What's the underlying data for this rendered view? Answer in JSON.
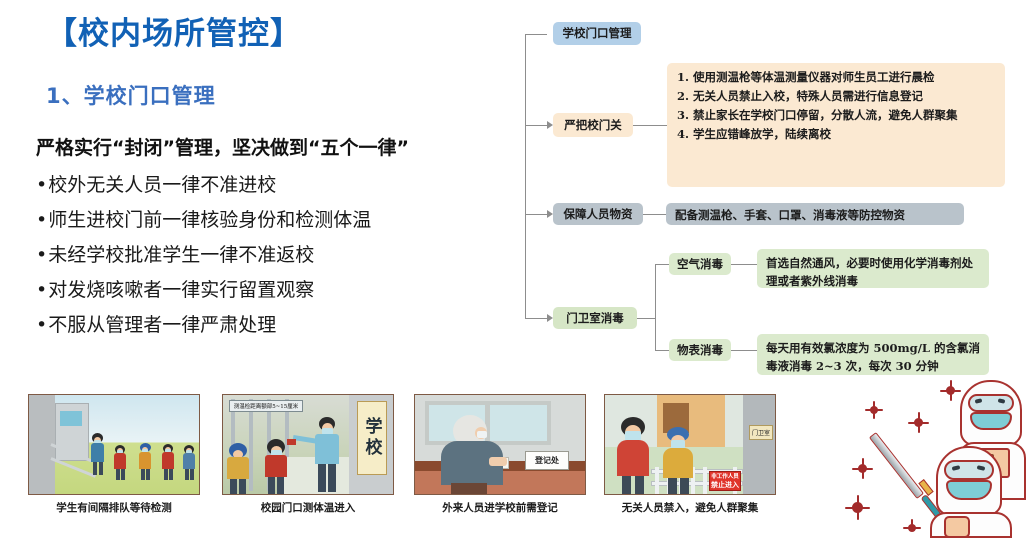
{
  "page": {
    "title": "【校内场所管控】",
    "subheading": "1、学校门口管理",
    "lead": "严格实行“封闭”管理，坚决做到“五个一律”",
    "bullets": [
      "校外无关人员一律不准进校",
      "师生进校门前一律核验身份和检测体温",
      "未经学校批准学生一律不准返校",
      "对发烧咳嗽者一律实行留置观察",
      "不服从管理者一律严肃处理"
    ],
    "bullet_marker": "•"
  },
  "colors": {
    "title_blue": "#1161b5",
    "subheading_blue": "#3a6fbf",
    "node_root": "#b2cfe8",
    "node_cream": "#fbe9d2",
    "node_gray": "#b9c3cb",
    "node_green": "#d6e6c6",
    "connector": "#8d8d8d",
    "photo_frame": "#7e5a45",
    "virus_red": "#a32b2b"
  },
  "flowchart": {
    "root": "学校门口管理",
    "branches": [
      {
        "label": "严把校门关",
        "style": "cream",
        "items": [
          "使用测温枪等体温测量仪器对师生员工进行晨检",
          "无关人员禁止入校，特殊人员需进行信息登记",
          "禁止家长在学校门口停留，分散人流，避免人群聚集",
          "学生应错峰放学，陆续离校"
        ]
      },
      {
        "label": "保障人员物资",
        "style": "gray",
        "detail": "配备测温枪、手套、口罩、消毒液等防控物资"
      },
      {
        "label": "门卫室消毒",
        "style": "green",
        "children": [
          {
            "label": "空气消毒",
            "detail": "首选自然通风，必要时使用化学消毒剂处理或者紫外线消毒"
          },
          {
            "label": "物表消毒",
            "detail": "每天用有效氯浓度为 500mg/L 的含氯消毒液消毒 2~3 次，每次 30 分钟"
          }
        ]
      }
    ]
  },
  "photos": [
    {
      "caption": "学生有间隔排队等待检测",
      "inner_labels": []
    },
    {
      "caption": "校园门口测体温进入",
      "inner_labels": [
        "测温检距离额部5~15厘米",
        "学校"
      ]
    },
    {
      "caption": "外来人员进学校前需登记",
      "inner_labels": [
        "登记处"
      ]
    },
    {
      "caption": "无关人员禁入，避免人群聚集",
      "inner_labels": [
        "门卫室",
        "非工作人员",
        "禁止进入"
      ]
    }
  ]
}
